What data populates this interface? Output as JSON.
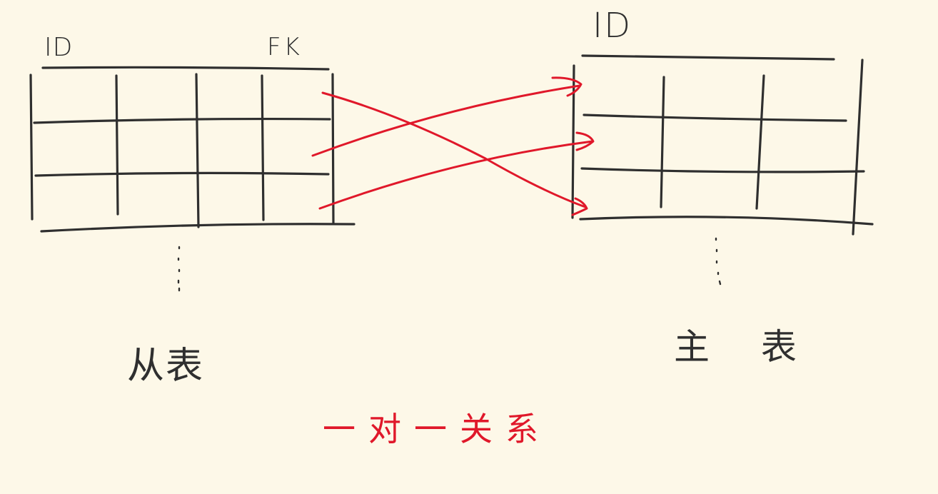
{
  "left_table": {
    "id_label": "ID",
    "fk_label": "FK",
    "name": "从表"
  },
  "right_table": {
    "id_label": "ID",
    "name": "主 表"
  },
  "relation_label": "一对一关系",
  "colors": {
    "background": "#fdf8e8",
    "ink": "#2f2f2f",
    "arrow": "#e0182a"
  }
}
